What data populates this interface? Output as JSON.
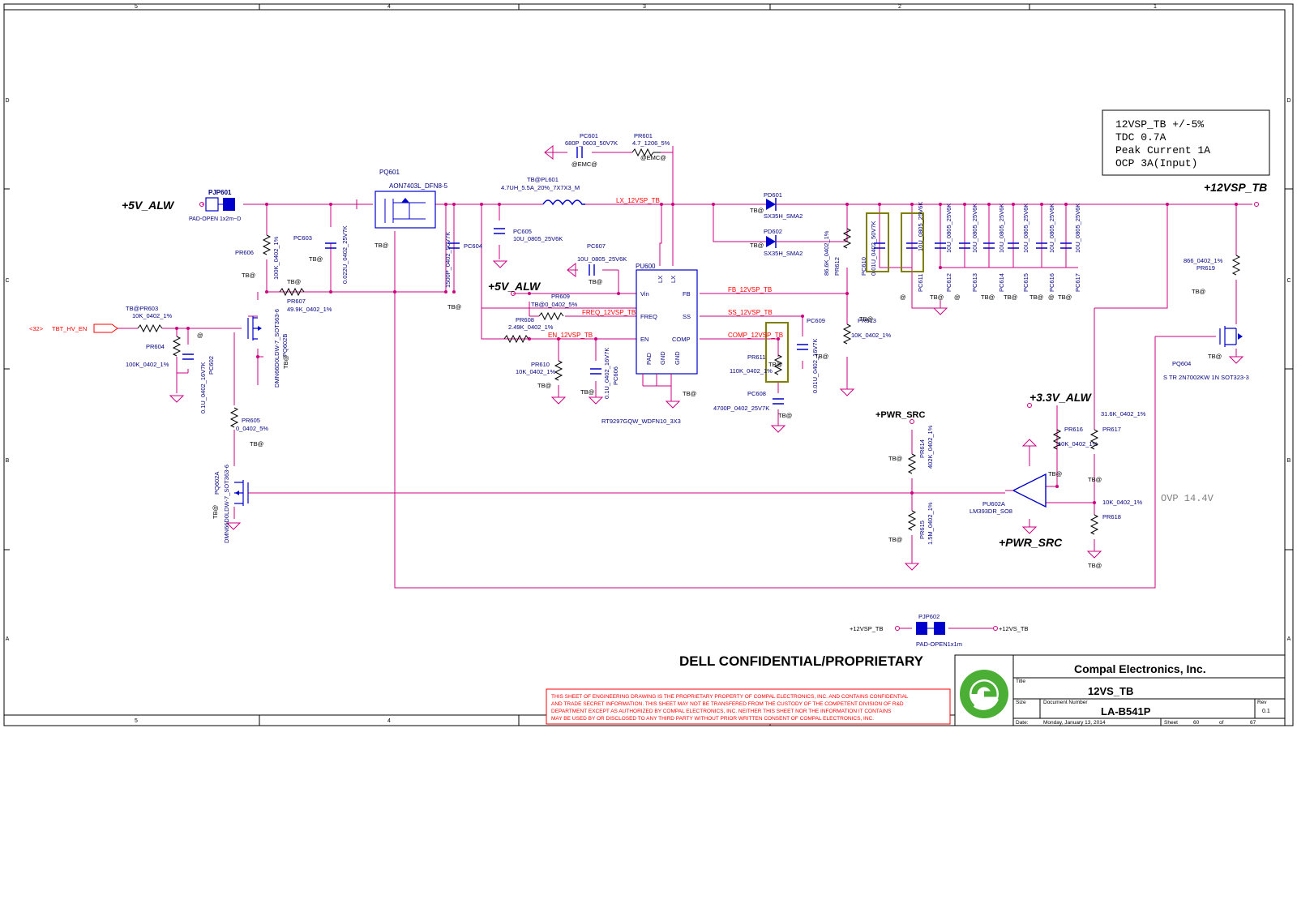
{
  "frame": {
    "zones_top": [
      "5",
      "4",
      "3",
      "2",
      "1"
    ],
    "zones_side": [
      "D",
      "C",
      "B",
      "A"
    ]
  },
  "notes": {
    "spec": [
      "12VSP_TB +/-5%",
      "TDC 0.7A",
      "Peak Current  1A",
      "OCP 3A(Input)"
    ],
    "ovp": "OVP 14.4V"
  },
  "rails": {
    "v5_alw_left": "+5V_ALW",
    "v5_alw_mid": "+5V_ALW",
    "v12vsp_tb": "+12VSP_TB",
    "v33_alw": "+3.3V_ALW",
    "pwr_src_top": "+PWR_SRC",
    "pwr_src_bottom": "+PWR_SRC"
  },
  "nets": {
    "lx": "LX_12VSP_TB",
    "fb": "FB_12VSP_TB",
    "ss": "SS_12VSP_TB",
    "comp": "COMP_12VSP_TB",
    "freq": "FREQ_12VSP_TB",
    "en": "EN_12VSP_TB",
    "tbt_in_ref": "<32>",
    "tbt_in": "TBT_HV_EN"
  },
  "tags": {
    "tb": "TB@",
    "at": "@",
    "emc": "@EMC@"
  },
  "ic": {
    "ref": "PU600",
    "part": "RT9297GQW_WDFN10_3X3",
    "pins_left": [
      "Vin",
      "FREQ",
      "EN"
    ],
    "pins_right": [
      "FB",
      "SS",
      "COMP"
    ],
    "pins_top": [
      "LX",
      "LX"
    ],
    "pins_bottom": [
      "PAD",
      "GND",
      "GND"
    ]
  },
  "parts": {
    "pjp601": "PJP601",
    "pjp601_v": "PAD-OPEN 1x2m~D",
    "pq601": "PQ601",
    "pq601_v": "AON7403L_DFN8-5",
    "pc601": "PC601",
    "pc601_v": "680P_0603_50V7K",
    "pr601": "PR601",
    "pr601_v": "4.7_1206_5%",
    "pl601": "TB@PL601",
    "pl601_v": "4.7UH_5.5A_20%_7X7X3_M",
    "pc605": "PC605",
    "pc605_v": "10U_0805_25V6K",
    "pc607": "PC607",
    "pc607_v": "10U_0805_25V6K",
    "pd601": "PD601",
    "pd601_v": "SX35H_SMA2",
    "pd602": "PD602",
    "pd602_v": "SX35H_SMA2",
    "pr612": "PR612",
    "pr612_v": "86.6K_0402_1%",
    "pc610": "PC610",
    "pc610_v": "0.01U_0402_50V7K",
    "pc611": "PC611",
    "caps_v": "10U_0805_25V6K",
    "caps": [
      "PC612",
      "PC613",
      "PC614",
      "PC615",
      "PC616",
      "PC617"
    ],
    "pr619": "PR619",
    "pr619_v": "866_0402_1%",
    "pq604": "PQ604",
    "pq604_v": "S TR 2N7002KW 1N SOT323-3",
    "pr606": "PR606",
    "pr606_v": "100K_0402_1%",
    "pc603": "PC603",
    "pc603_v": "0.022U_0402_25V7K",
    "pc604": "PC604",
    "pc604_v": "1500P_0402_50V7K",
    "pr607": "PR607",
    "pr607_v": "49.9K_0402_1%",
    "pq602b": "PQ602B",
    "pq602b_v": "DMN66D0LDW-7_SOT363-6",
    "pr603": "TB@PR603",
    "pr603_v": "10K_0402_1%",
    "pr604": "PR604",
    "pr604_v": "100K_0402_1%",
    "pc602": "PC602",
    "pc602_v": "0.1U_0402_16V7K",
    "pr605": "PR605",
    "pr605_v": "0_0402_5%",
    "pq602a": "PQ602A",
    "pq602a_v": "DMN66D0LDW-7_SOT363-6",
    "pr609": "PR609",
    "pr609_v": "TB@0_0402_5%",
    "pr608": "PR608",
    "pr608_v": "2.49K_0402_1%",
    "pr610": "PR610",
    "pr610_v": "10K_0402_1%",
    "pc606": "PC606",
    "pc606_v": "0.1U_0402_16V7K",
    "pr611": "PR611",
    "pr611_v": "110K_0402_1%",
    "pc608": "PC608",
    "pc608_v": "4700P_0402_25V7K",
    "pc609": "PC609",
    "pc609_v": "0.01U_0402_16V7K",
    "pr613": "PR613",
    "pr613_v": "10K_0402_1%",
    "pr614": "PR614",
    "pr614_v": "402K_0402_1%",
    "pr615": "PR615",
    "pr615_v": "1.5M_0402_1%",
    "pu602a": "PU602A",
    "pu602a_v": "LM393DR_SO8",
    "pr616": "PR616",
    "pr616_v": "10K_0402_1%",
    "pr617": "PR617",
    "pr617_v": "31.6K_0402_1%",
    "pr618": "PR618",
    "pr618_v": "10K_0402_1%",
    "pjp602": "PJP602",
    "pjp602_v": "PAD-OPEN1x1m",
    "pjp602_in": "+12VSP_TB",
    "pjp602_out": "+12VS_TB"
  },
  "titleblock": {
    "confidential": "DELL CONFIDENTIAL/PROPRIETARY",
    "disclaimer": [
      "THIS SHEET OF ENGINEERING DRAWING IS THE PROPRIETARY PROPERTY OF COMPAL ELECTRONICS, INC. AND CONTAINS CONFIDENTIAL",
      "AND TRADE SECRET INFORMATION. THIS SHEET MAY NOT BE TRANSFERED FROM THE CUSTODY OF THE COMPETENT DIVISION OF R&D",
      "DEPARTMENT EXCEPT AS AUTHORIZED BY COMPAL ELECTRONICS, INC. NEITHER THIS SHEET NOR THE INFORMATION IT CONTAINS",
      "MAY BE USED BY OR DISCLOSED TO ANY THIRD PARTY WITHOUT PRIOR WRITTEN CONSENT OF COMPAL ELECTRONICS, INC."
    ],
    "company": "Compal Electronics, Inc.",
    "title_label": "Title",
    "title": "12VS_TB",
    "size_label": "Size",
    "docnum_label": "Document Number",
    "docnum": "LA-B541P",
    "rev_label": "Rev",
    "rev": "0.1",
    "date_label": "Date:",
    "date": "Monday, January 13, 2014",
    "sheet_label": "Sheet",
    "sheet": "60",
    "of_label": "of",
    "total": "67"
  },
  "colors": {
    "wire": "#cc0080",
    "part": "#0000cc",
    "ink": "#000000",
    "red": "#ff0000",
    "olive": "#808000",
    "logo": "#4caf35"
  }
}
